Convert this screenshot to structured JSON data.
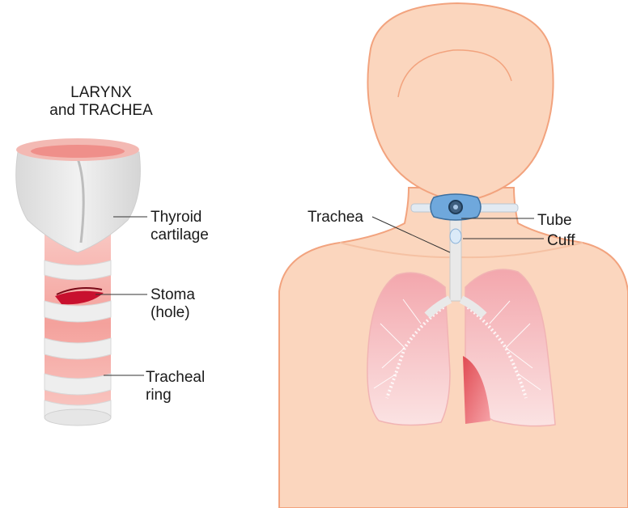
{
  "title": {
    "line1": "LARYNX",
    "line2": "and TRACHEA"
  },
  "larynx_labels": {
    "thyroid": {
      "line1": "Thyroid",
      "line2": "cartilage"
    },
    "stoma": {
      "line1": "Stoma",
      "line2": "(hole)"
    },
    "ring": {
      "line1": "Tracheal",
      "line2": "ring"
    }
  },
  "body_labels": {
    "trachea": "Trachea",
    "tube": "Tube",
    "cuff": "Cuff"
  },
  "colors": {
    "skin": "#fbd6be",
    "skin_outline": "#f2a37e",
    "cartilage": "#e9e9e9",
    "ring_pink": "#f7b3ad",
    "lung": "#f6c5c8",
    "device_blue": "#6fa8dc"
  }
}
